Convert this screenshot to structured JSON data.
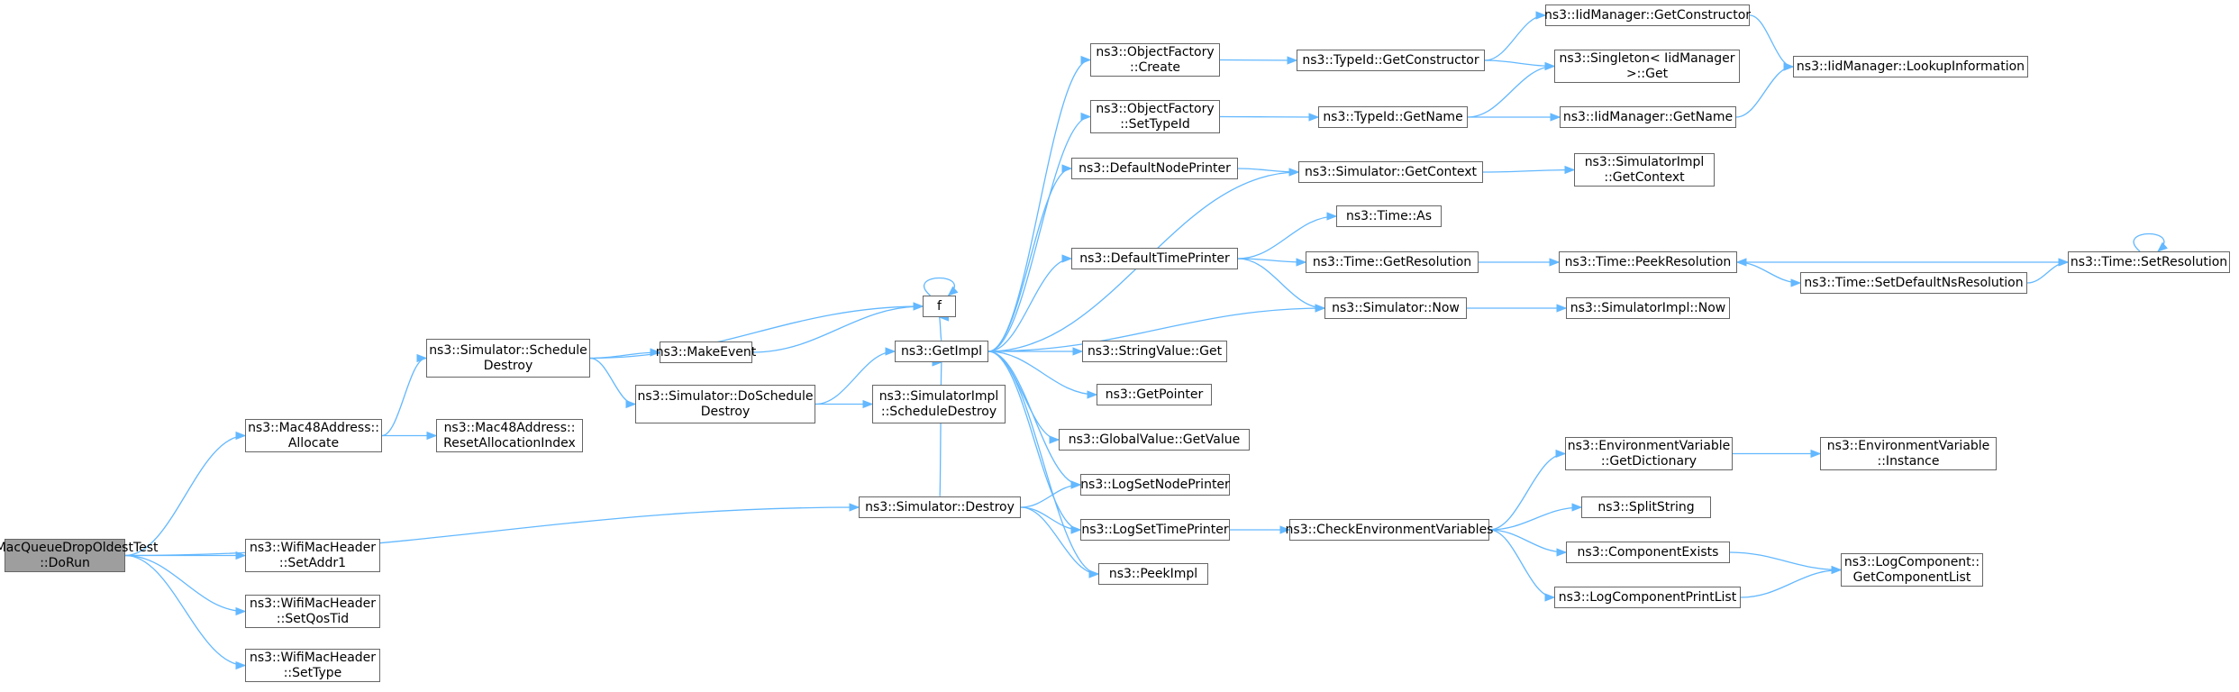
{
  "edge_color": "#63b8ff",
  "node_border_color": "#666666",
  "root_fill_color": "#9e9e9e",
  "nodes": {
    "doRun": {
      "lines": [
        "WifiMacQueueDropOldestTest",
        "::DoRun"
      ],
      "root": true
    },
    "allocate": {
      "lines": [
        "ns3::Mac48Address::",
        "Allocate"
      ]
    },
    "setAddr1": {
      "lines": [
        "ns3::WifiMacHeader",
        "::SetAddr1"
      ]
    },
    "setQosTid": {
      "lines": [
        "ns3::WifiMacHeader",
        "::SetQosTid"
      ]
    },
    "setType": {
      "lines": [
        "ns3::WifiMacHeader",
        "::SetType"
      ]
    },
    "destroy": {
      "lines": [
        "ns3::Simulator::Destroy"
      ]
    },
    "scheduleDestroy": {
      "lines": [
        "ns3::Simulator::Schedule",
        "Destroy"
      ]
    },
    "resetAlloc": {
      "lines": [
        "ns3::Mac48Address::",
        "ResetAllocationIndex"
      ]
    },
    "f": {
      "lines": [
        "f"
      ]
    },
    "makeEvent": {
      "lines": [
        "ns3::MakeEvent"
      ]
    },
    "doScheduleDestroy": {
      "lines": [
        "ns3::Simulator::DoSchedule",
        "Destroy"
      ]
    },
    "getImpl": {
      "lines": [
        "ns3::GetImpl"
      ]
    },
    "implScheduleDestroy": {
      "lines": [
        "ns3::SimulatorImpl",
        "::ScheduleDestroy"
      ]
    },
    "ofCreate": {
      "lines": [
        "ns3::ObjectFactory",
        "::Create"
      ]
    },
    "ofSetTypeId": {
      "lines": [
        "ns3::ObjectFactory",
        "::SetTypeId"
      ]
    },
    "defaultNodePrinter": {
      "lines": [
        "ns3::DefaultNodePrinter"
      ]
    },
    "defaultTimePrinter": {
      "lines": [
        "ns3::DefaultTimePrinter"
      ]
    },
    "stringValueGet": {
      "lines": [
        "ns3::StringValue::Get"
      ]
    },
    "getPointer": {
      "lines": [
        "ns3::GetPointer"
      ]
    },
    "globalValueGetValue": {
      "lines": [
        "ns3::GlobalValue::GetValue"
      ]
    },
    "logSetNodePrinter": {
      "lines": [
        "ns3::LogSetNodePrinter"
      ]
    },
    "logSetTimePrinter": {
      "lines": [
        "ns3::LogSetTimePrinter"
      ]
    },
    "peekImpl": {
      "lines": [
        "ns3::PeekImpl"
      ]
    },
    "typeIdGetConstructor": {
      "lines": [
        "ns3::TypeId::GetConstructor"
      ]
    },
    "typeIdGetName": {
      "lines": [
        "ns3::TypeId::GetName"
      ]
    },
    "simGetContext": {
      "lines": [
        "ns3::Simulator::GetContext"
      ]
    },
    "timeAs": {
      "lines": [
        "ns3::Time::As"
      ]
    },
    "timeGetResolution": {
      "lines": [
        "ns3::Time::GetResolution"
      ]
    },
    "simNow": {
      "lines": [
        "ns3::Simulator::Now"
      ]
    },
    "checkEnvVars": {
      "lines": [
        "ns3::CheckEnvironmentVariables"
      ]
    },
    "iidGetConstructor": {
      "lines": [
        "ns3::IidManager::GetConstructor"
      ]
    },
    "singletonGet": {
      "lines": [
        "ns3::Singleton< IidManager",
        " >::Get"
      ]
    },
    "iidGetName": {
      "lines": [
        "ns3::IidManager::GetName"
      ]
    },
    "iidLookup": {
      "lines": [
        "ns3::IidManager::LookupInformation"
      ]
    },
    "implGetContext": {
      "lines": [
        "ns3::SimulatorImpl",
        "::GetContext"
      ]
    },
    "timePeekResolution": {
      "lines": [
        "ns3::Time::PeekResolution"
      ]
    },
    "timeSetDefaultNs": {
      "lines": [
        "ns3::Time::SetDefaultNsResolution"
      ]
    },
    "timeSetResolution": {
      "lines": [
        "ns3::Time::SetResolution"
      ]
    },
    "implNow": {
      "lines": [
        "ns3::SimulatorImpl::Now"
      ]
    },
    "envGetDictionary": {
      "lines": [
        "ns3::EnvironmentVariable",
        "::GetDictionary"
      ]
    },
    "envInstance": {
      "lines": [
        "ns3::EnvironmentVariable",
        "::Instance"
      ]
    },
    "splitString": {
      "lines": [
        "ns3::SplitString"
      ]
    },
    "componentExists": {
      "lines": [
        "ns3::ComponentExists"
      ]
    },
    "logComponentPrintList": {
      "lines": [
        "ns3::LogComponentPrintList"
      ]
    },
    "logComponentGetList": {
      "lines": [
        "ns3::LogComponent::",
        "GetComponentList"
      ]
    }
  },
  "edges": [
    [
      "doRun",
      "allocate"
    ],
    [
      "doRun",
      "destroy"
    ],
    [
      "doRun",
      "setAddr1"
    ],
    [
      "doRun",
      "setQosTid"
    ],
    [
      "doRun",
      "setType"
    ],
    [
      "allocate",
      "scheduleDestroy"
    ],
    [
      "allocate",
      "resetAlloc"
    ],
    [
      "scheduleDestroy",
      "f"
    ],
    [
      "scheduleDestroy",
      "makeEvent"
    ],
    [
      "scheduleDestroy",
      "doScheduleDestroy"
    ],
    [
      "makeEvent",
      "f"
    ],
    [
      "f",
      "f"
    ],
    [
      "doScheduleDestroy",
      "getImpl"
    ],
    [
      "doScheduleDestroy",
      "implScheduleDestroy"
    ],
    [
      "getImpl",
      "f"
    ],
    [
      "getImpl",
      "ofCreate"
    ],
    [
      "getImpl",
      "ofSetTypeId"
    ],
    [
      "getImpl",
      "defaultNodePrinter"
    ],
    [
      "getImpl",
      "simGetContext"
    ],
    [
      "getImpl",
      "defaultTimePrinter"
    ],
    [
      "getImpl",
      "simNow"
    ],
    [
      "getImpl",
      "stringValueGet"
    ],
    [
      "getImpl",
      "getPointer"
    ],
    [
      "getImpl",
      "globalValueGetValue"
    ],
    [
      "getImpl",
      "logSetNodePrinter"
    ],
    [
      "getImpl",
      "logSetTimePrinter"
    ],
    [
      "getImpl",
      "peekImpl"
    ],
    [
      "destroy",
      "getImpl"
    ],
    [
      "destroy",
      "logSetNodePrinter"
    ],
    [
      "destroy",
      "logSetTimePrinter"
    ],
    [
      "destroy",
      "peekImpl"
    ],
    [
      "ofCreate",
      "typeIdGetConstructor"
    ],
    [
      "ofSetTypeId",
      "typeIdGetName"
    ],
    [
      "defaultNodePrinter",
      "simGetContext"
    ],
    [
      "defaultTimePrinter",
      "timeAs"
    ],
    [
      "defaultTimePrinter",
      "timeGetResolution"
    ],
    [
      "defaultTimePrinter",
      "simNow"
    ],
    [
      "typeIdGetConstructor",
      "iidGetConstructor"
    ],
    [
      "typeIdGetConstructor",
      "singletonGet"
    ],
    [
      "typeIdGetName",
      "singletonGet"
    ],
    [
      "typeIdGetName",
      "iidGetName"
    ],
    [
      "iidGetConstructor",
      "iidLookup"
    ],
    [
      "iidGetName",
      "iidLookup"
    ],
    [
      "simGetContext",
      "implGetContext"
    ],
    [
      "timeGetResolution",
      "timePeekResolution"
    ],
    [
      "timePeekResolution",
      "timeSetDefaultNs"
    ],
    [
      "timeSetDefaultNs",
      "timeSetResolution"
    ],
    [
      "timeSetResolution",
      "timePeekResolution"
    ],
    [
      "timeSetResolution",
      "timeSetResolution"
    ],
    [
      "simNow",
      "implNow"
    ],
    [
      "logSetTimePrinter",
      "checkEnvVars"
    ],
    [
      "checkEnvVars",
      "envGetDictionary"
    ],
    [
      "checkEnvVars",
      "splitString"
    ],
    [
      "checkEnvVars",
      "componentExists"
    ],
    [
      "checkEnvVars",
      "logComponentPrintList"
    ],
    [
      "envGetDictionary",
      "envInstance"
    ],
    [
      "componentExists",
      "logComponentGetList"
    ],
    [
      "logComponentPrintList",
      "logComponentGetList"
    ]
  ]
}
